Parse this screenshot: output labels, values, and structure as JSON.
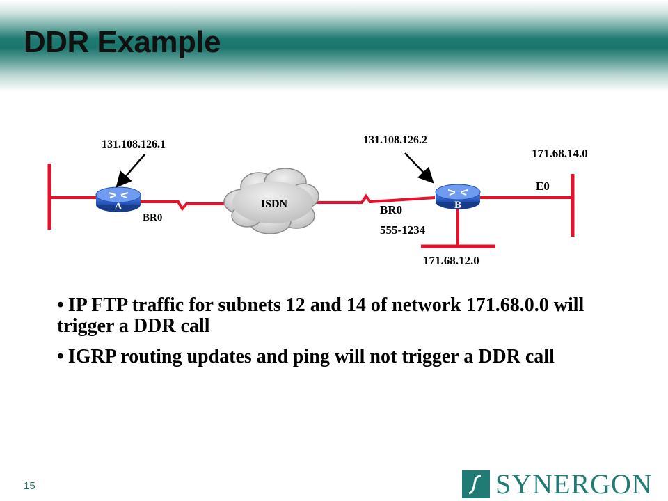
{
  "slide": {
    "title": "DDR Example",
    "number": "15",
    "logo_text": "SYNERGON"
  },
  "diagram": {
    "router_a": {
      "name": "A",
      "interface": "BR0",
      "address": "131.108.126.1"
    },
    "router_b": {
      "name": "B",
      "interface": "BR0",
      "phone": "555-1234",
      "address": "131.108.126.2"
    },
    "cloud_label": "ISDN",
    "ethernet": {
      "interface": "E0",
      "subnet": "171.68.14.0"
    },
    "lower_subnet": "171.68.12.0",
    "colors": {
      "link": "#e8102a",
      "router": "#1e4fb5",
      "cloud": "#d4d4d4"
    }
  },
  "bullets": [
    "IP FTP traffic for subnets 12 and 14 of network 171.68.0.0 will trigger a DDR call",
    "IGRP routing updates and ping will not trigger a DDR call"
  ]
}
